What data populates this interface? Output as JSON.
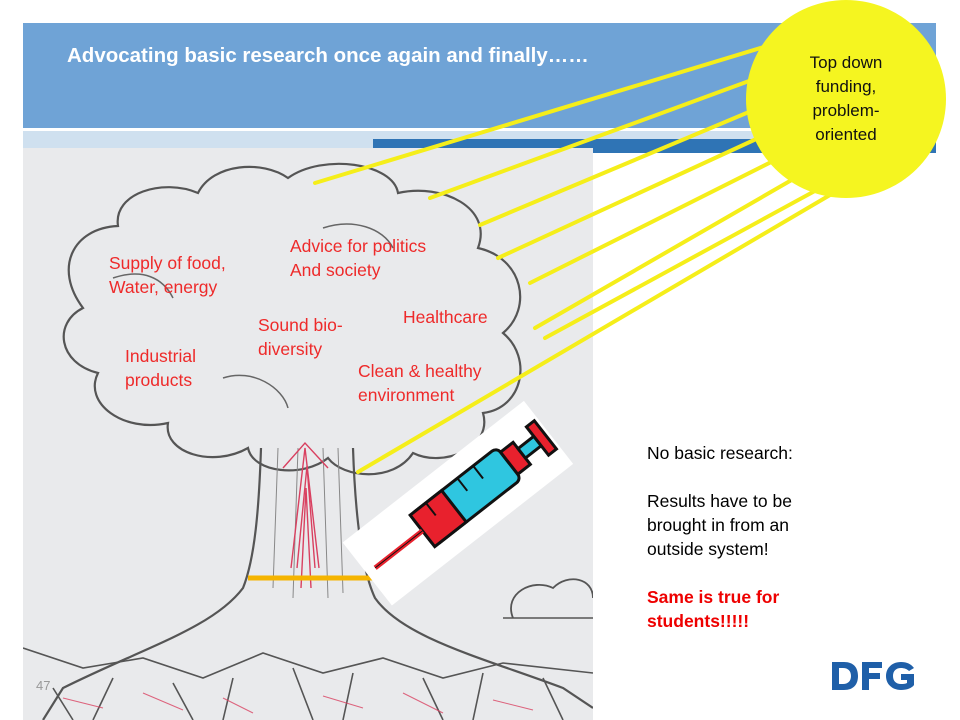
{
  "slide": {
    "title": "Advocating basic research once again and finally……",
    "page_number": "47"
  },
  "tree": {
    "labels": [
      {
        "id": "food",
        "text": "Supply of food,\nWater, energy"
      },
      {
        "id": "politics",
        "text": "Advice for politics\nAnd society"
      },
      {
        "id": "biodiversity",
        "text": "Sound bio-\ndiversity"
      },
      {
        "id": "healthcare",
        "text": "Healthcare"
      },
      {
        "id": "industrial",
        "text": "Industrial\nproducts"
      },
      {
        "id": "environment",
        "text": "Clean & healthy\nenvironment"
      }
    ]
  },
  "sun": {
    "text": "Top down\nfunding,\nproblem-\noriented",
    "color": "#f5f520"
  },
  "note": {
    "heading": "No basic research:",
    "body": "Results have to be brought in from an outside system!",
    "highlight": "Same is true for students!!!!!"
  },
  "logo": {
    "text": "DFG",
    "color": "#1f5fa8"
  },
  "colors": {
    "header": "#6fa3d6",
    "accent_blue": "#2f74b5",
    "label_red": "#ee2a2a",
    "ray_yellow": "#f5ee1a"
  }
}
